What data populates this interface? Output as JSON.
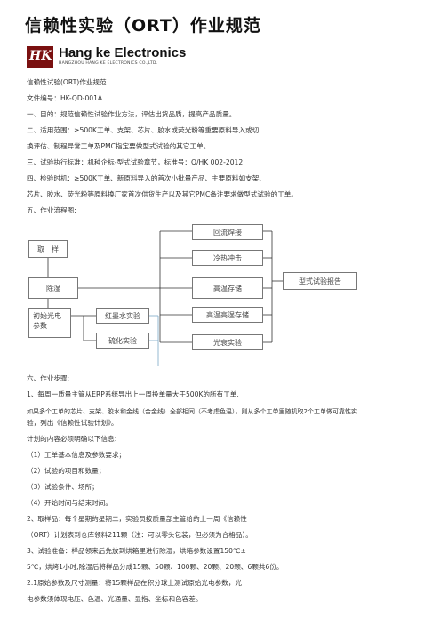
{
  "document": {
    "title": "信赖性实验（ORT）作业规范",
    "logo": {
      "mark": "HK",
      "company_en": "Hang ke Electronics",
      "company_sub": "HANGZHOU HANG KE ELECTRONICS CO.,LTD."
    },
    "lines": [
      "信赖性试验(ORT)作业规范",
      "文件编号：HK-QD-001A",
      "一、目的：规范信赖性试验作业方法，评估出货品质，提高产品质量。",
      "二、适用范围：≥500K工单、支架、芯片、胶水或荧光粉等重要原料导入或切",
      "换评估、制程异常工单及PMC指定要做型式试验的其它工单。",
      "三、试验执行标准：机种企标-型式试验章节，标准号：Q/HK 002-2012",
      "四、检验时机：≥500K工单、新原料导入的首次小批量产品、主要原料如支架、",
      "芯片、胶水、荧光粉等原料换厂家首次供货生产以及其它PMC备注要求做型式试验的工单。",
      "五、作业流程图:",
      "六、作业步骤:",
      "1、每周一质量主管从ERP系统导出上一周投单量大于500K的所有工单,",
      "如果多个工单的芯片、支架、胶水和金线（合金线）全部相同（不考虑色温），则从多个工单里随机取2个工单做可靠性实",
      "验，列出《信赖性试验计划》。",
      "计划的内容必须明确以下信息:",
      "（1）工单基本信息及参数要求；",
      "（2）试验的项目和数量；",
      "（3）试验条件、场所；",
      "（4）开始时间与结束时间。",
      "2、取样品：每个星期的星期二，实验员按质量部主管给的上一周《信赖性",
      "（ORT）计划表到仓库领料211颗（注：可以零头包装，但必须为合格品）。",
      "3、试验准备：样品领来后先放到烘箱里进行除湿，烘箱参数设置150℃±",
      "5℃，烘烤1小时,除湿后将样品分成15颗、50颗、100颗、20颗、20颗、6颗共6份。",
      "2.1原始参数及尺寸测量：将15颗样品在积分球上测试原始光电参数，光",
      "电参数须体现电压、色温、光通量、显指、坐标和色容差。"
    ]
  },
  "flowchart": {
    "sample": "取　样",
    "dehumidify": "除湿",
    "initial_params": "初始光电\n参数",
    "red_ink": "红墨水实验",
    "sulfur": "硫化实验",
    "reflow": "回流焊接",
    "thermal_shock": "冷热冲击",
    "high_temp_storage": "高温存储",
    "high_temp_humid": "高温高湿存储",
    "light_decay": "光衰实验",
    "report": "型式试验报告"
  }
}
